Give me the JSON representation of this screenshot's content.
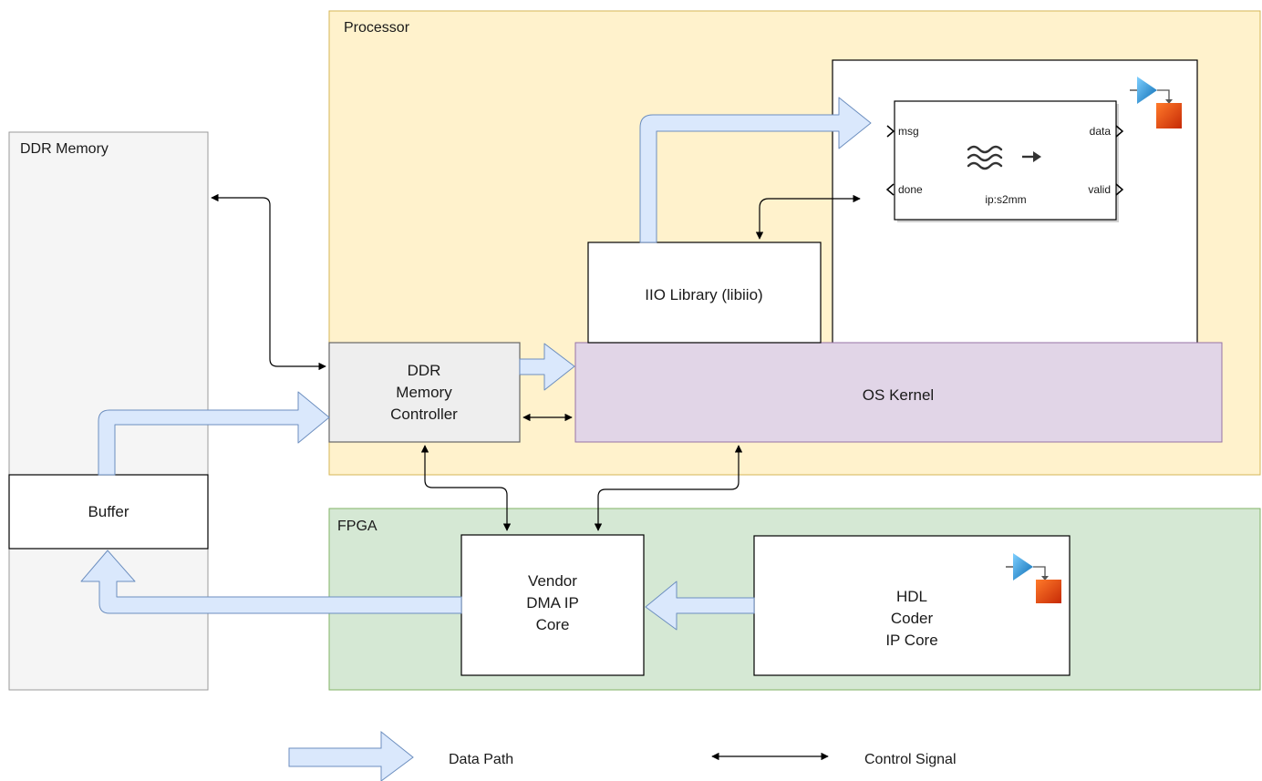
{
  "regions": {
    "ddr_memory": "DDR Memory",
    "processor": "Processor",
    "fpga": "FPGA"
  },
  "blocks": {
    "buffer": "Buffer",
    "ddr_controller": [
      "DDR",
      "Memory",
      "Controller"
    ],
    "iio_library": "IIO Library (libiio)",
    "os_kernel": "OS Kernel",
    "vendor_dma": [
      "Vendor",
      "DMA IP",
      "Core"
    ],
    "hdl_coder": [
      "HDL",
      "Coder",
      "IP Core"
    ]
  },
  "s2mm_block": {
    "port_in_top": "msg",
    "port_in_bottom": "done",
    "port_out_top": "data",
    "port_out_bottom": "valid",
    "name": "ip:s2mm"
  },
  "legend": {
    "data_path": "Data Path",
    "control_signal": "Control Signal"
  },
  "colors": {
    "processor_fill": "#fff2cc",
    "processor_stroke": "#d6b656",
    "fpga_fill": "#d5e8d4",
    "fpga_stroke": "#82b366",
    "ddr_fill": "#f5f5f5",
    "kernel_fill": "#e1d5e7",
    "kernel_stroke": "#9673a6",
    "data_arrow_fill": "#dae8fc",
    "data_arrow_stroke": "#6c8ebf"
  }
}
